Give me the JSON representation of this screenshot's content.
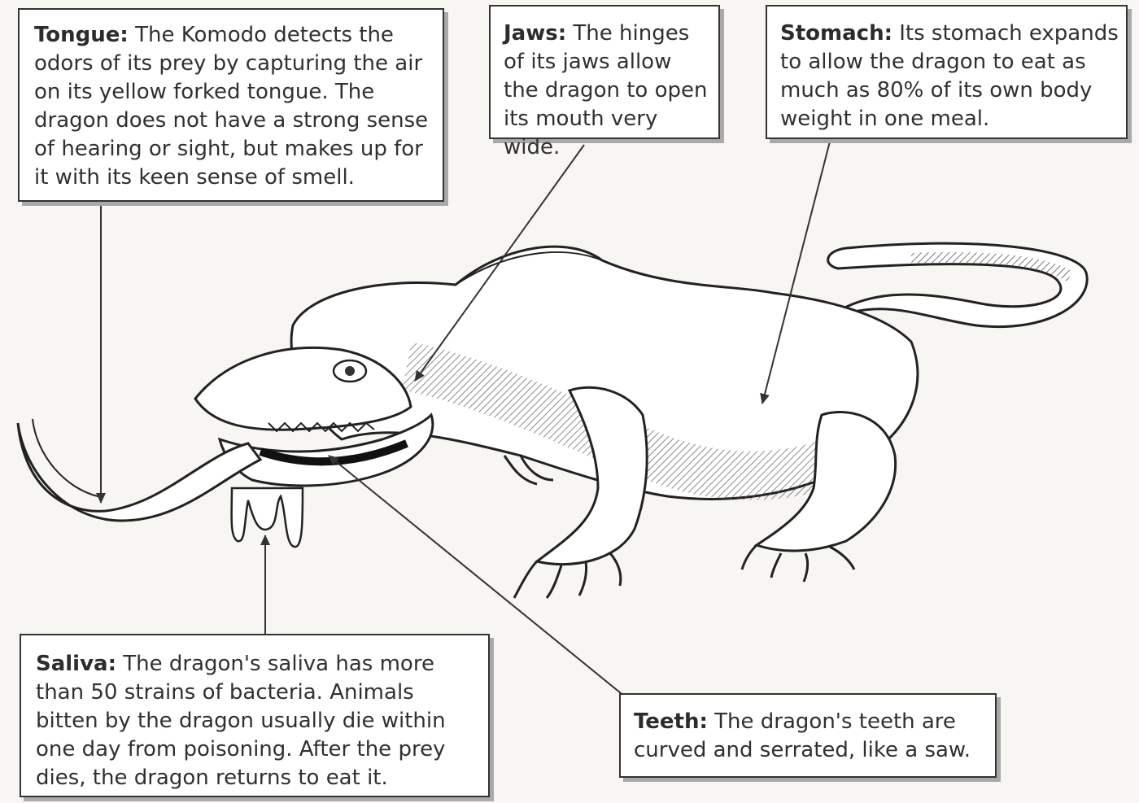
{
  "colors": {
    "background": "#f7f6f2",
    "box_fill": "#ffffff",
    "box_border": "#333333",
    "box_shadow": "#a9a9a9",
    "arrow": "#333333",
    "ink": "#2a2a2a"
  },
  "illustration": {
    "subject": "komodo-dragon",
    "icon": "komodo-dragon-drawing"
  },
  "callouts": {
    "tongue": {
      "term": "Tongue:",
      "text": "The Komodo detects the odors of its prey by capturing the air on its yellow forked tongue. The dragon does not have a strong sense of hearing or sight, but makes up for it with its keen sense of smell."
    },
    "jaws": {
      "term": "Jaws:",
      "text": "The hinges of its jaws allow the dragon to open its mouth very wide."
    },
    "stomach": {
      "term": "Stomach:",
      "text": "Its stomach expands to allow the dragon to eat as much as 80% of its own body weight in one meal."
    },
    "saliva": {
      "term": "Saliva:",
      "text": "The dragon's saliva has more than 50 strains of bacteria. Animals bitten by the dragon usually die within one day from poisoning. After the prey dies, the dragon returns to eat it."
    },
    "teeth": {
      "term": "Teeth:",
      "text": "The dragon's teeth are curved and serrated, like a saw."
    }
  }
}
